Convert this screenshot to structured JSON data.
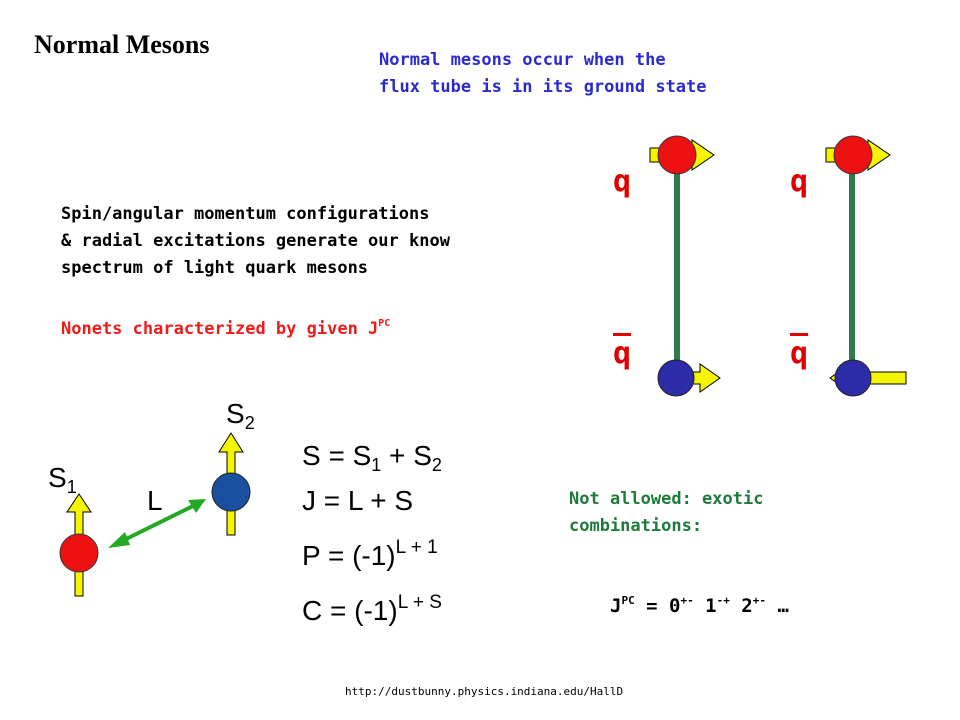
{
  "slide": {
    "title": "Normal Mesons",
    "ground_state_note": [
      "Normal mesons occur when the",
      "flux tube is in its ground state"
    ],
    "spin_note": [
      "Spin/angular momentum configurations",
      "& radial excitations generate our know",
      "spectrum of light quark mesons"
    ],
    "nonets": {
      "text": "Nonets characterized by given J",
      "sup": "PC"
    },
    "not_allowed": [
      "Not allowed: exotic",
      "combinations:"
    ],
    "exotic": {
      "j": "J",
      "jsup": "PC",
      "eq": " = 0",
      "s1": "+-",
      "v2": " 1",
      "s2": "-+",
      "v3": " 2",
      "s3": "+-",
      "tail": " …"
    },
    "url": "http://dustbunny.physics.indiana.edu/HallD"
  },
  "flux_tube": {
    "quark_label": "q",
    "antiquark_label": "q",
    "colors": {
      "quark": "#ee1111",
      "antiquark": "#2c2ca8",
      "tube": "#2f7d4e",
      "arrow": "#f5f500"
    }
  },
  "spin_diagram": {
    "s1": {
      "base": "S",
      "sub": "1"
    },
    "s2": {
      "base": "S",
      "sub": "2"
    },
    "l": "L",
    "colors": {
      "particle1": "#ee1111",
      "particle2": "#1b4fa0",
      "spin_arrow": "#f5f500",
      "l_arrow": "#22aa22"
    }
  },
  "equations": {
    "s": {
      "a": "S = S",
      "sub1": "1",
      "b": " + S",
      "sub2": "2"
    },
    "j": "J = L + S",
    "p": {
      "a": "P = (-1)",
      "sup": "L + 1"
    },
    "c": {
      "a": "C = (-1)",
      "sup": "L + S"
    }
  }
}
